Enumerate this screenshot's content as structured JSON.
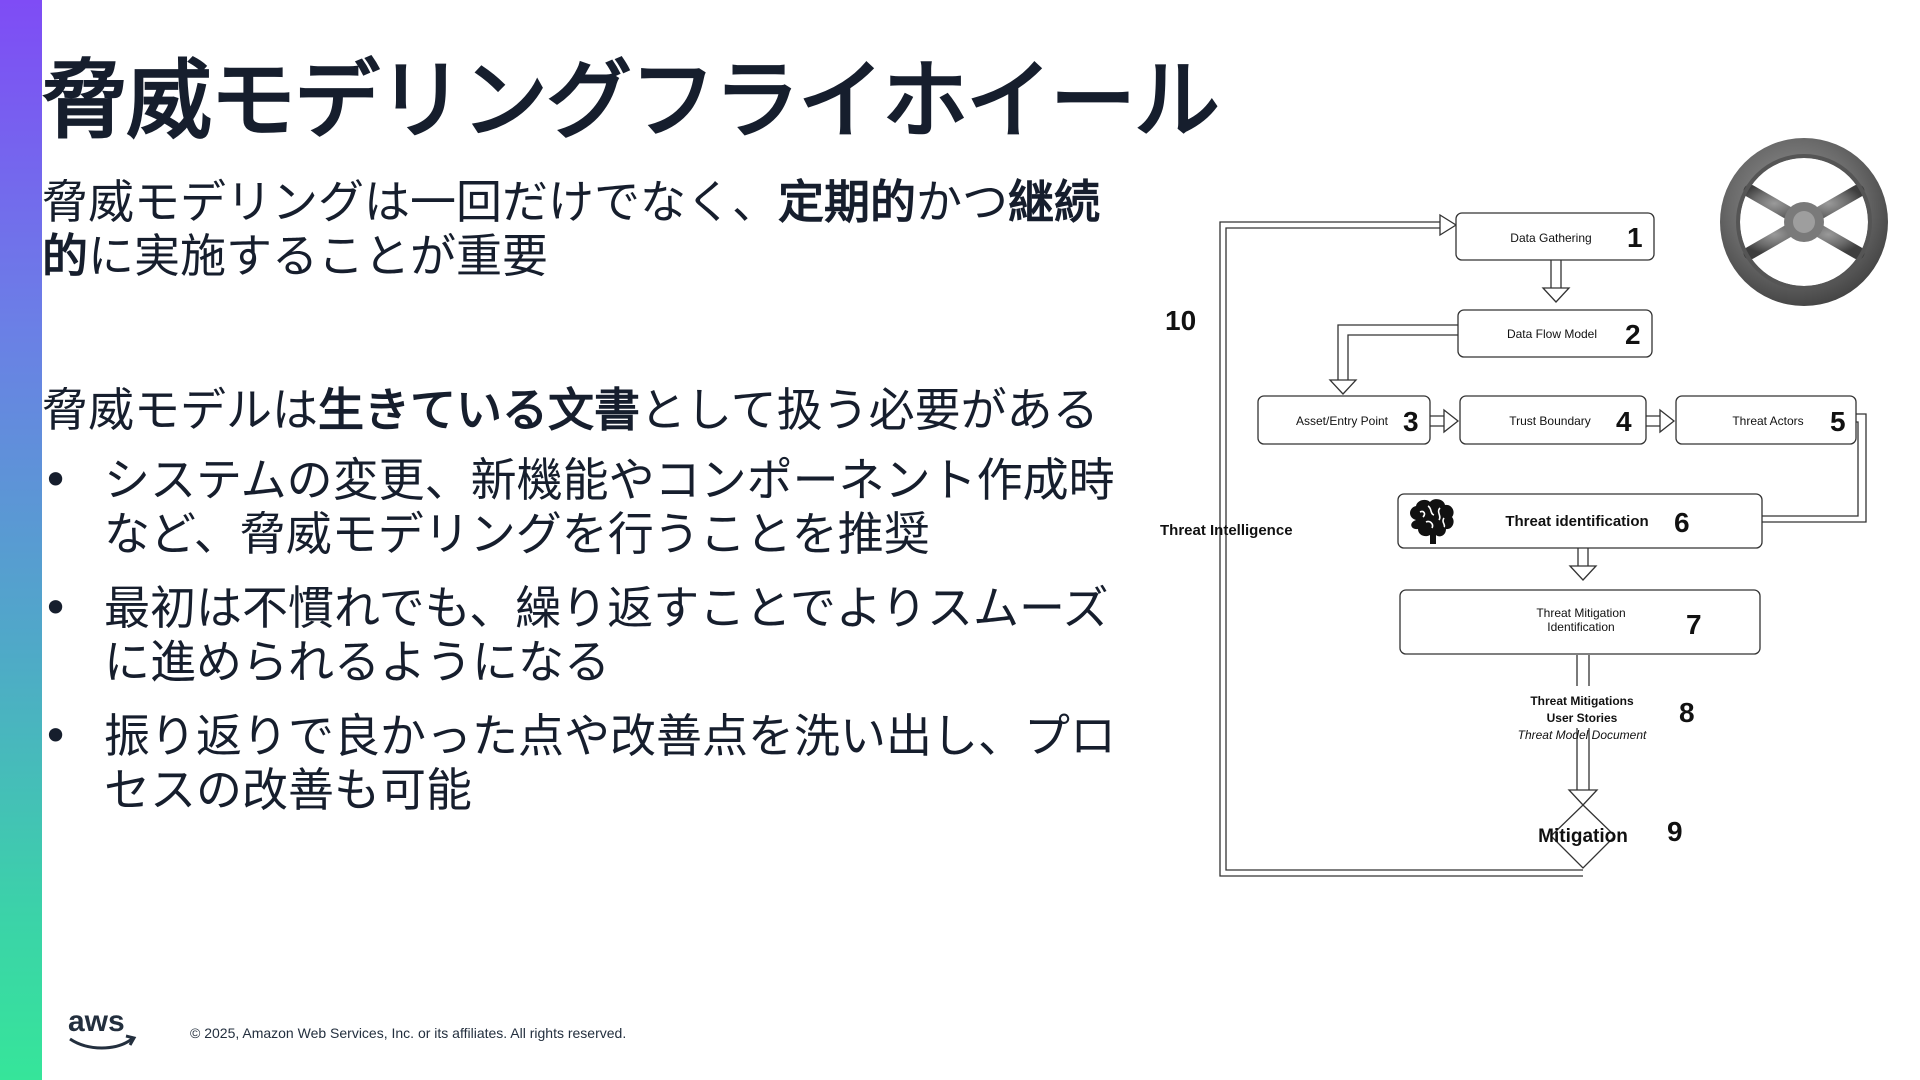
{
  "slide": {
    "title": "脅威モデリングフライホイール",
    "para1": {
      "before": "脅威モデリングは一回だけでなく、",
      "bold1": "定期的",
      "middle": "かつ",
      "bold2": "継続的",
      "after": "に実施することが重要"
    },
    "para2": {
      "before": "脅威モデルは",
      "bold": "生きている文書",
      "after": "として扱う必要がある"
    },
    "bullets": [
      {
        "marker": "•",
        "text": "システムの変更、新機能やコンポーネント作成時など、脅威モデリングを行うことを推奨"
      },
      {
        "marker": "•",
        "text": "最初は不慣れでも、繰り返すことでよりスムーズに進められるようになる"
      },
      {
        "marker": "•",
        "text": "振り返りで良かった点や改善点を洗い出し、プロセスの改善も可能"
      }
    ],
    "copyright": "© 2025, Amazon Web Services, Inc. or its affiliates. All rights reserved.",
    "logo_text": "aws"
  },
  "diagram": {
    "nodes": [
      {
        "id": "data-gathering",
        "label": "Data Gathering",
        "number": "1"
      },
      {
        "id": "data-flow-model",
        "label": "Data Flow Model",
        "number": "2"
      },
      {
        "id": "asset-entry-point",
        "label": "Asset/Entry Point",
        "number": "3"
      },
      {
        "id": "trust-boundary",
        "label": "Trust Boundary",
        "number": "4"
      },
      {
        "id": "threat-actors",
        "label": "Threat Actors",
        "number": "5"
      },
      {
        "id": "threat-identification",
        "label": "Threat identification",
        "number": "6"
      },
      {
        "id": "threat-mitigation-identification",
        "label_line1": "Threat Mitigation",
        "label_line2": "Identification",
        "number": "7"
      },
      {
        "id": "step-8",
        "label_line1": "Threat Mitigations",
        "label_line2": "User Stories",
        "label_line3": "Threat Model Document",
        "number": "8"
      },
      {
        "id": "mitigation",
        "label": "Mitigation",
        "number": "9"
      }
    ],
    "loop": {
      "label": "Threat Intelligence",
      "number": "10"
    },
    "icons": {
      "brain": "brain-icon",
      "wheel": "flywheel-icon",
      "logo": "aws-logo"
    },
    "colors": {
      "stroke": "#333333",
      "text": "#111111",
      "title": "#161e2d"
    }
  }
}
